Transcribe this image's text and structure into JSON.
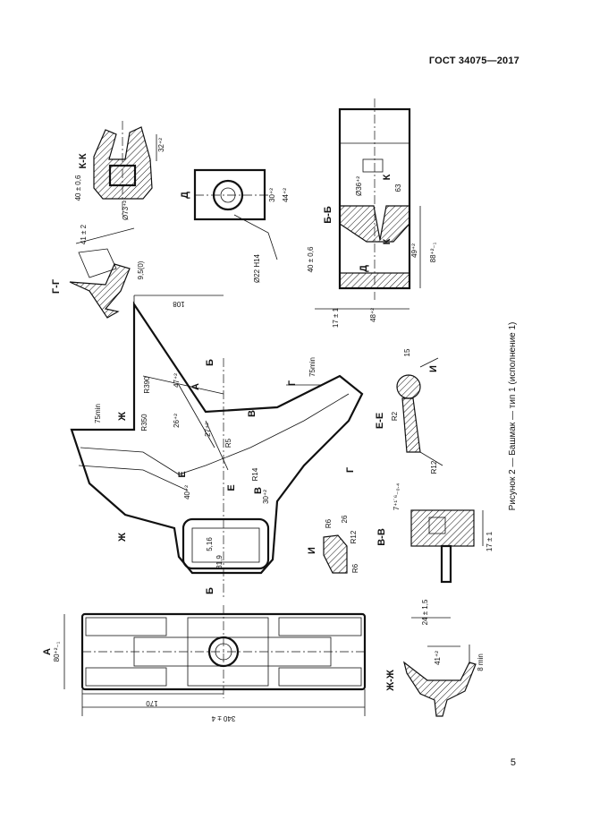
{
  "header": {
    "standard": "ГОСТ 34075—2017"
  },
  "page_number": "5",
  "caption": "Рисунок 2 — Башмак — тип 1 (исполнение 1)",
  "section_labels": {
    "kk": "К-К",
    "bb": "Б-Б",
    "gg": "Г-Г",
    "ee": "Е-Е",
    "vv": "В-В",
    "zhzh": "Ж-Ж",
    "i": "И",
    "d": "Д",
    "a": "А",
    "b": "Б",
    "v": "В",
    "g": "Г",
    "e": "Е",
    "zh": "Ж",
    "k": "К"
  },
  "dimensions": {
    "d340": "340 ± 4",
    "d170": "170",
    "d80": "80⁺²₋₁",
    "d108": "108",
    "d75a": "75min",
    "d75b": "75min",
    "r390": "R390",
    "r350": "R350",
    "r14": "R14",
    "r12": "R12",
    "r6": "R6",
    "r5": "R5",
    "d47": "47⁺²",
    "d26": "26⁺²",
    "d27": "27⁺²",
    "d40": "40⁺²",
    "d30": "30⁺²",
    "d5_16": "5,16",
    "d81_9": "81,9",
    "d15": "15",
    "d7": "7⁺¹˙⁶₋₀.₄",
    "d17": "17 ± 1",
    "d24": "24 ± 1,5",
    "d41a": "41 ± 2",
    "d41b": "41⁺²",
    "d9_5": "9,5(0)",
    "d8min": "8 min",
    "d221": "Ø22 H14",
    "d32": "32⁺²",
    "d73": "Ø73⁺²",
    "d36": "Ø36⁺²",
    "d44": "44⁺²",
    "d49": "49⁺²",
    "d48": "48⁺²",
    "d88": "88⁺²₋₁",
    "d40_06a": "40 ± 0,6",
    "d40_06b": "40 ± 0,6",
    "d17b": "17 ± 1",
    "d26b": "26",
    "rr": "R2",
    "d63": "63"
  }
}
